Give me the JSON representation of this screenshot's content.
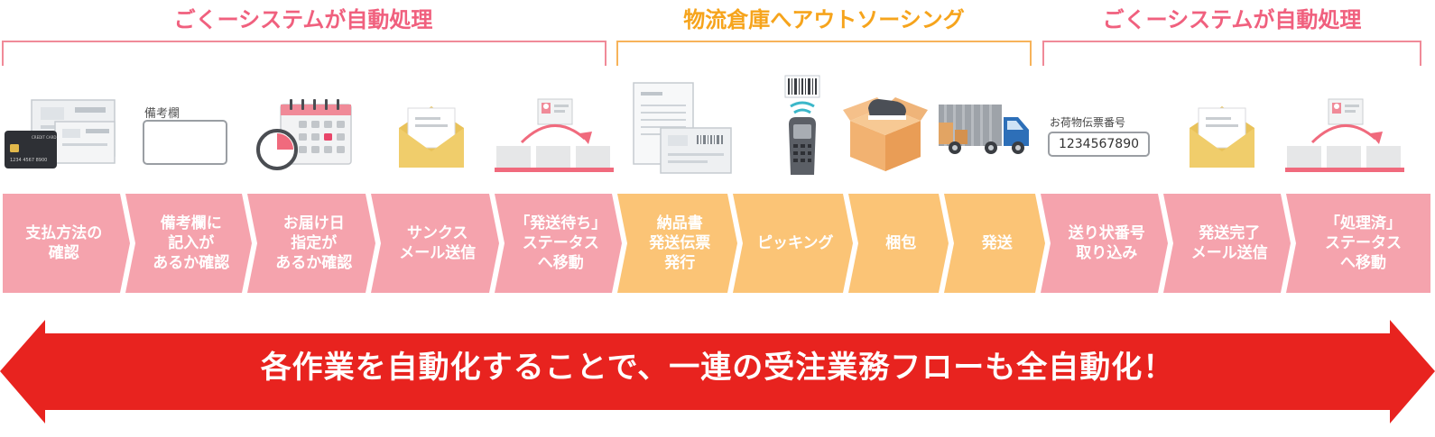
{
  "headers": [
    {
      "label": "ごくーシステムが自動処理",
      "color": "#f0607e"
    },
    {
      "label": "物流倉庫へアウトソーシング",
      "color": "#f6a41c"
    },
    {
      "label": "ごくーシステムが自動処理",
      "color": "#f0607e"
    }
  ],
  "colors": {
    "pink": "#f5a3ad",
    "orange": "#fbc476",
    "red": "#e8231f",
    "bracket_pink": "#f08a98",
    "bracket_orange": "#f7b35a"
  },
  "icons": {
    "card_caption": "CREDIT CARD",
    "card_number": "1234  4567  8900",
    "memo_label": "備考欄",
    "tracking_label": "お荷物伝票番号",
    "tracking_value": "1234567890"
  },
  "steps": [
    {
      "label": "支払方法の\n確認",
      "color": "pink"
    },
    {
      "label": "備考欄に\n記入が\nあるか確認",
      "color": "pink"
    },
    {
      "label": "お届け日\n指定が\nあるか確認",
      "color": "pink"
    },
    {
      "label": "サンクス\nメール送信",
      "color": "pink"
    },
    {
      "label": "「発送待ち」\nステータス\nへ移動",
      "color": "pink"
    },
    {
      "label": "納品書\n発送伝票\n発行",
      "color": "orange"
    },
    {
      "label": "ピッキング",
      "color": "orange"
    },
    {
      "label": "梱包",
      "color": "orange"
    },
    {
      "label": "発送",
      "color": "orange"
    },
    {
      "label": "送り状番号\n取り込み",
      "color": "pink"
    },
    {
      "label": "発送完了\nメール送信",
      "color": "pink"
    },
    {
      "label": "「処理済」\nステータス\nへ移動",
      "color": "pink"
    }
  ],
  "banner": "各作業を自動化することで、一連の受注業務フローも全自動化！"
}
